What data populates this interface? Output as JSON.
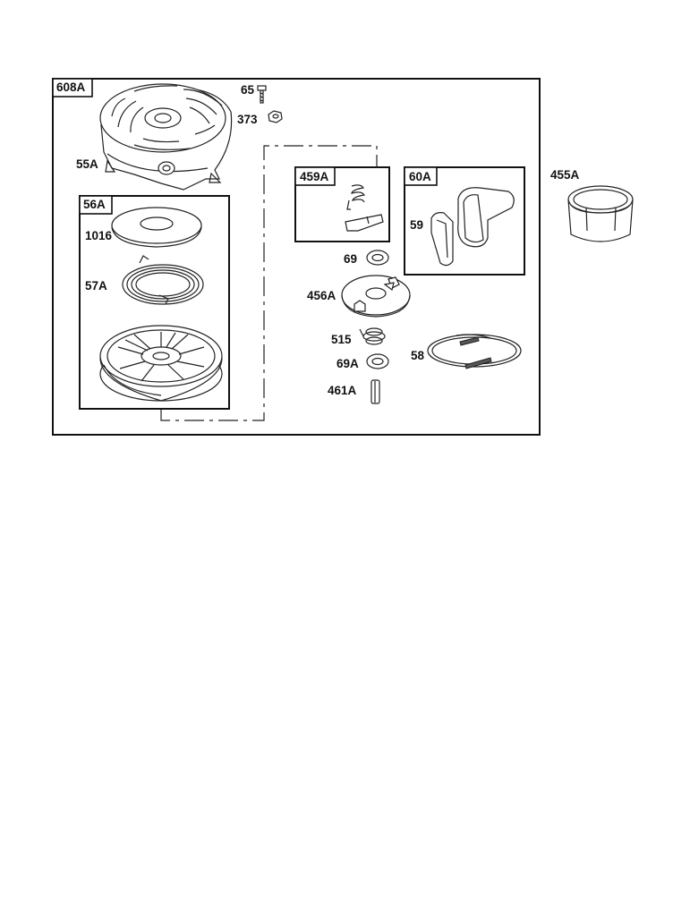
{
  "labels": {
    "assembly_608A": "608A",
    "screw_65": "65",
    "nut_373": "373",
    "housing_55A": "55A",
    "pulley_kit_56A": "56A",
    "washer_1016": "1016",
    "spring_57A": "57A",
    "kit_459A": "459A",
    "handle_kit_60A": "60A",
    "handle_59": "59",
    "cup_455A": "455A",
    "washer_69": "69",
    "retainer_456A": "456A",
    "spring_515": "515",
    "washer_69A": "69A",
    "pin_461A": "461A",
    "rope_58": "58"
  }
}
